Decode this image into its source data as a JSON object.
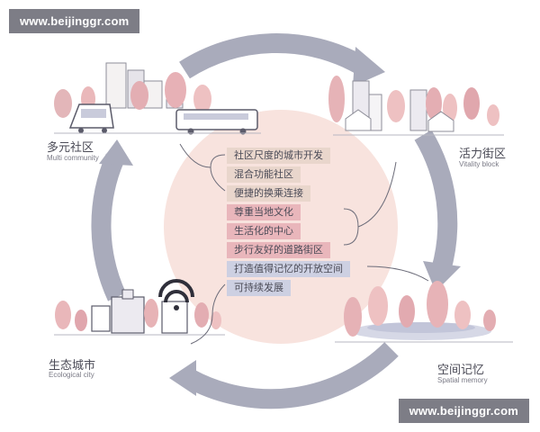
{
  "watermark_top": "www.beijinggr.com",
  "watermark_bottom": "www.beijinggr.com",
  "nodes": {
    "multi": {
      "zh": "多元社区",
      "en": "Multi community"
    },
    "vitality": {
      "zh": "活力街区",
      "en": "Vitality block"
    },
    "spatial": {
      "zh": "空间记忆",
      "en": "Spatial memory"
    },
    "eco": {
      "zh": "生态城市",
      "en": "Ecological city"
    }
  },
  "tags": [
    {
      "text": "社区尺度的城市开发",
      "group": "tan"
    },
    {
      "text": "混合功能社区",
      "group": "tan"
    },
    {
      "text": "便捷的换乘连接",
      "group": "tan"
    },
    {
      "text": "尊重当地文化",
      "group": "pink"
    },
    {
      "text": "生活化的中心",
      "group": "pink"
    },
    {
      "text": "步行友好的道路街区",
      "group": "pink"
    },
    {
      "text": "打造值得记忆的开放空间",
      "group": "lav"
    },
    {
      "text": "可持续发展",
      "group": "lav"
    }
  ],
  "colors": {
    "ring": "#a9abbb",
    "center": "#f7e1dc",
    "tan": "#e9d6cc",
    "pink": "#e9b6bb",
    "lavender": "#cdd0e2"
  }
}
